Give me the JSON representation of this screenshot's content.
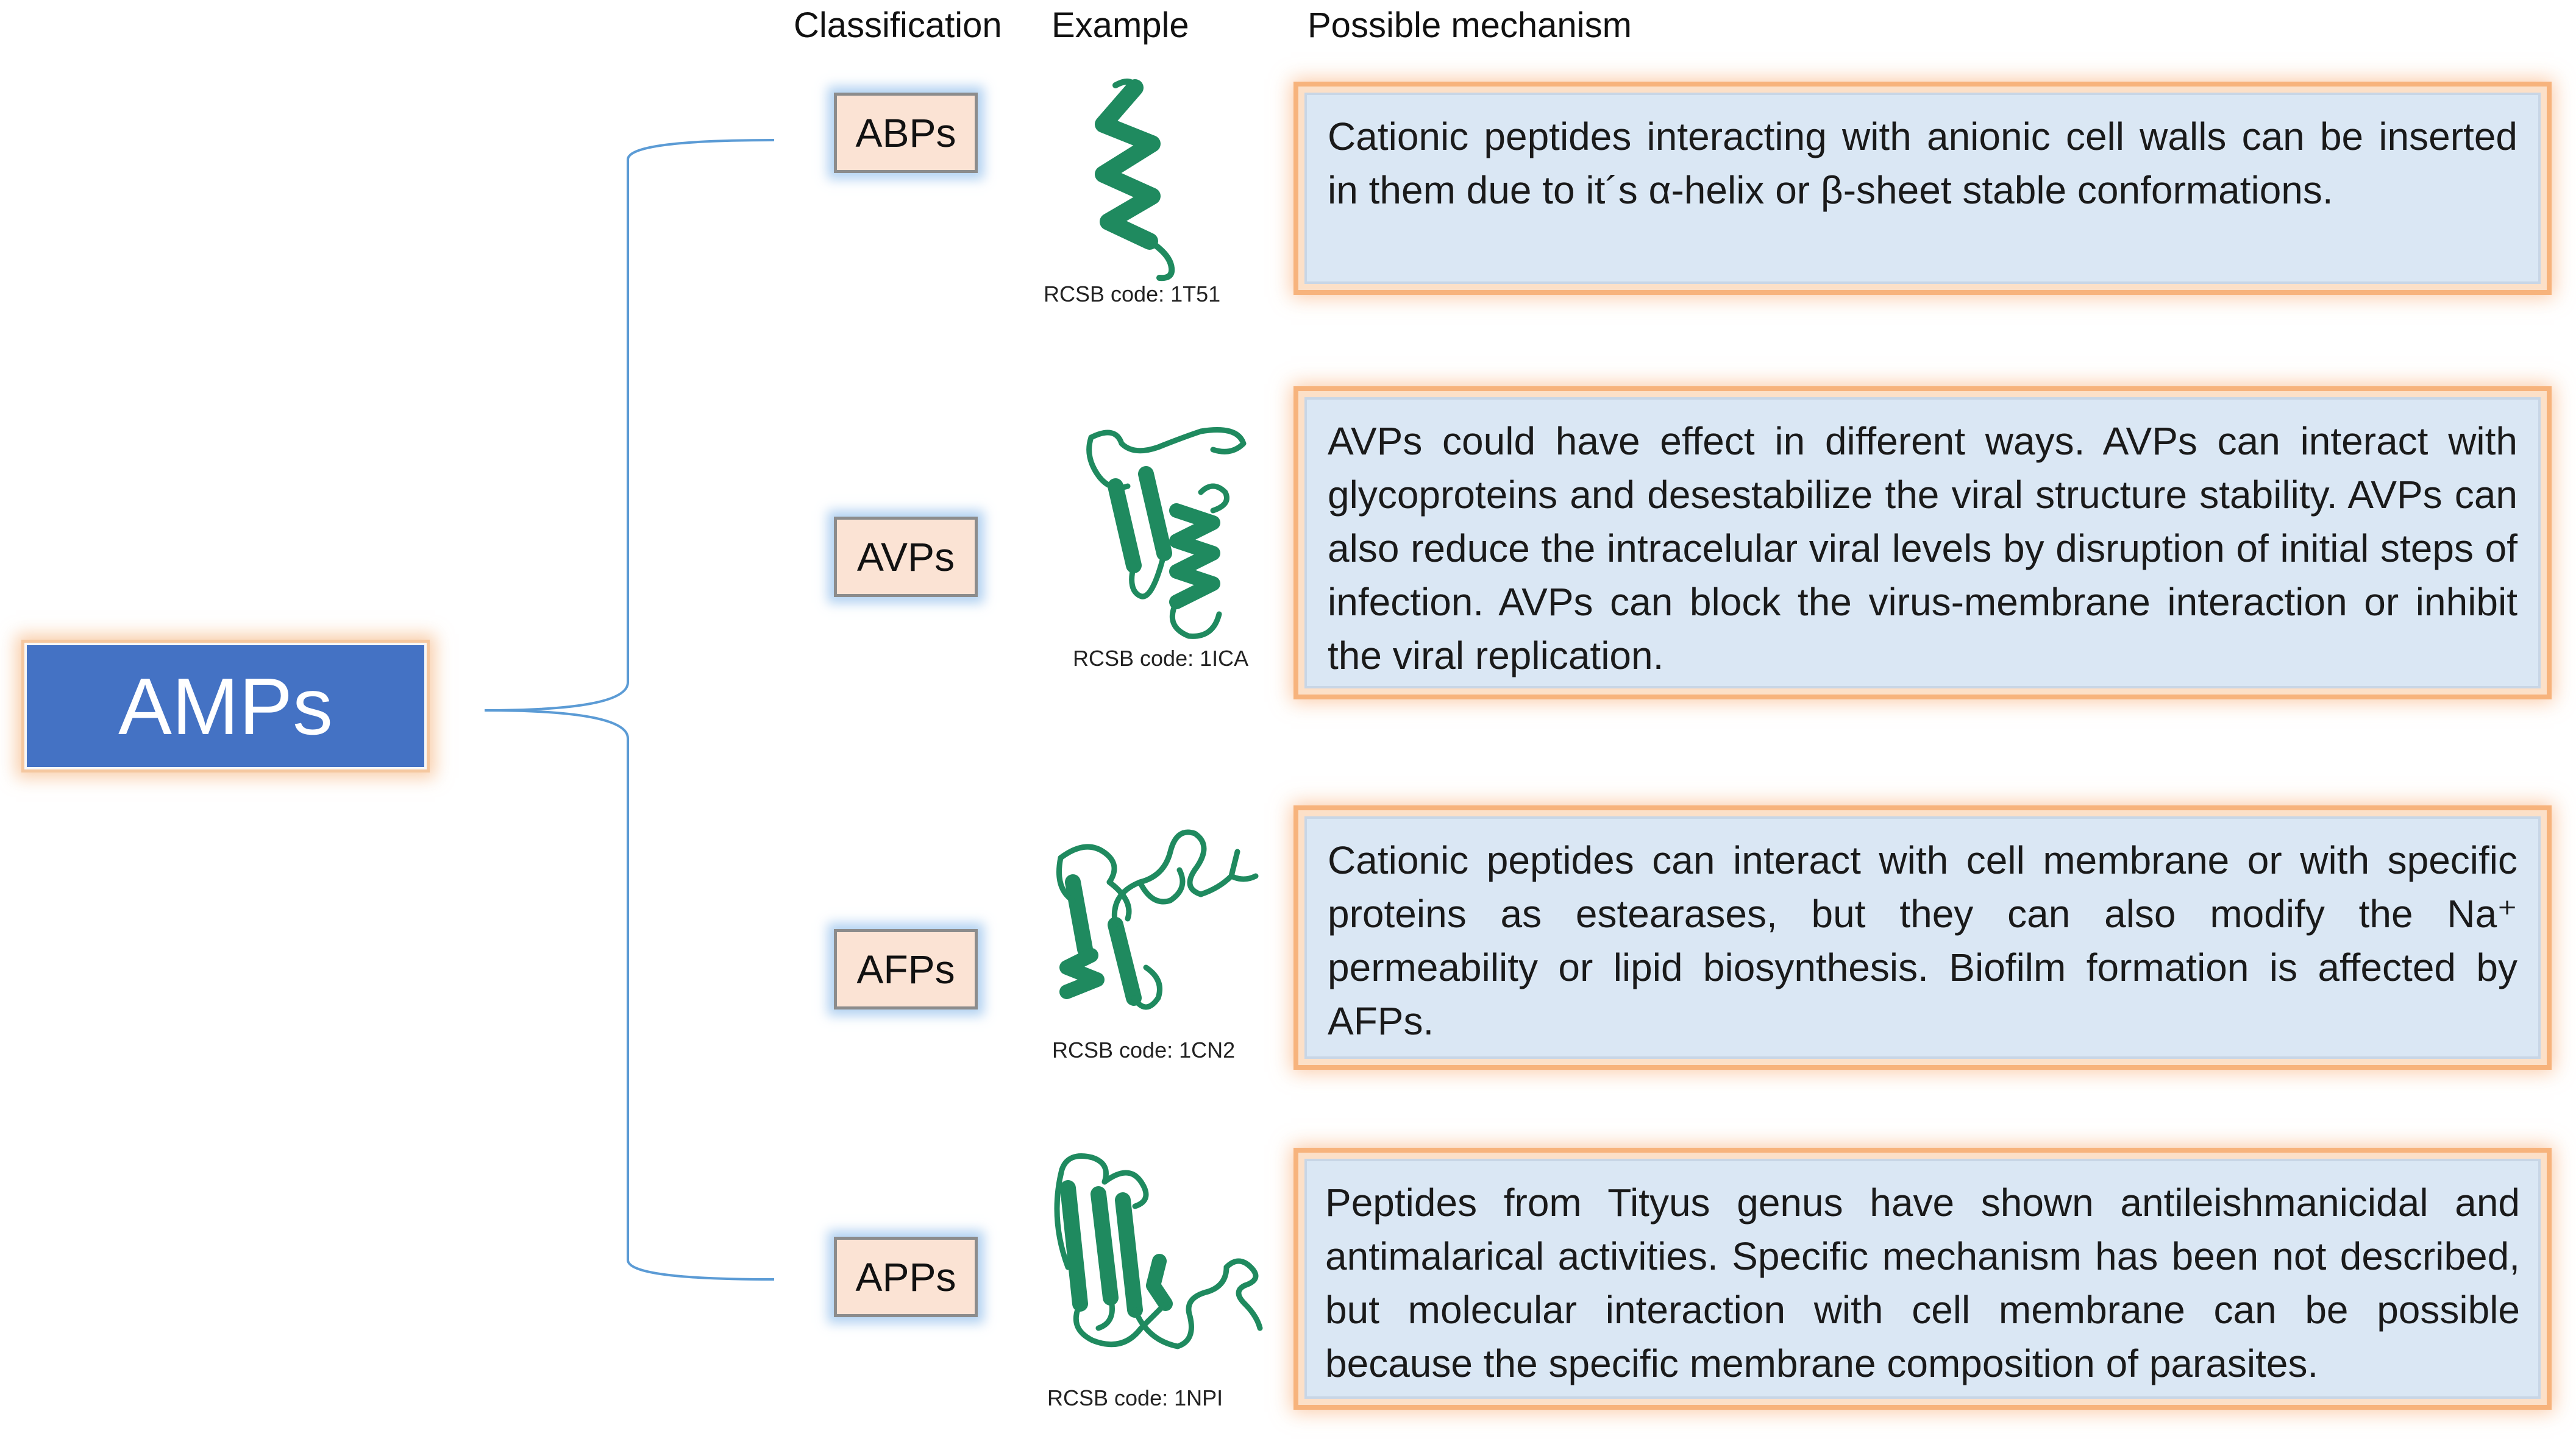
{
  "headers": {
    "classification": "Classification",
    "example": "Example",
    "mechanism": "Possible mechanism"
  },
  "root": {
    "label": "AMPs"
  },
  "colors": {
    "root_fill": "#4472c4",
    "class_fill": "#fbe3d4",
    "mechanism_fill": "#dae7f4",
    "mechanism_glow": "#f7b37c",
    "class_glow": "#97c1ec",
    "protein_color": "#1f8a5f",
    "bracket_color": "#5b9bd5"
  },
  "rows": [
    {
      "label": "ABPs",
      "structure_icon": "alpha-helix-structure",
      "rcsb_code": "RCSB code: 1T51",
      "mechanism": "Cationic peptides interacting with anionic cell walls can be inserted in them due to it´s α-helix or β-sheet stable conformations."
    },
    {
      "label": "AVPs",
      "structure_icon": "mixed-helix-sheet-structure",
      "rcsb_code": "RCSB code: 1ICA",
      "mechanism": "AVPs could have effect in different ways. AVPs can interact with glycoproteins and desestabilize the viral structure stability. AVPs can also reduce the intracelular viral levels by disruption of initial steps of infection. AVPs can block the virus-membrane interaction or inhibit the viral replication."
    },
    {
      "label": "AFPs",
      "structure_icon": "beta-sheet-coil-structure",
      "rcsb_code": "RCSB code: 1CN2",
      "mechanism": "Cationic peptides can interact with cell membrane or with specific proteins as estearases, but they can also modify the Na⁺ permeability or lipid biosynthesis. Biofilm formation is affected by AFPs."
    },
    {
      "label": "APPs",
      "structure_icon": "beta-sheet-structure",
      "rcsb_code": "RCSB code: 1NPI",
      "mechanism": "Peptides from Tityus genus have shown antileishmanicidal and antimalarical activities. Specific mechanism has been not described, but molecular interaction with cell membrane can be possible because the specific membrane composition of parasites."
    }
  ]
}
